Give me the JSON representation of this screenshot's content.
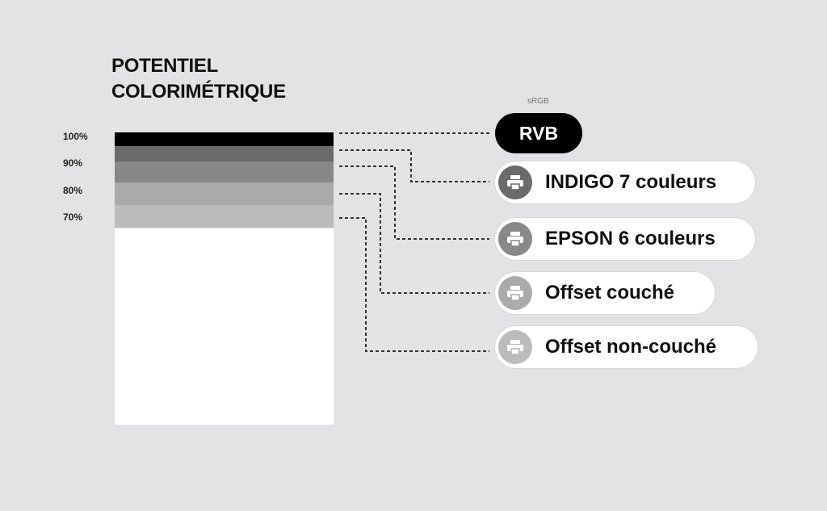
{
  "title_line1": "POTENTIEL",
  "title_line2": "COLORIMÉTRIQUE",
  "levels": [
    "100%",
    "90%",
    "80%",
    "70%"
  ],
  "bands": [
    {
      "color": "#000000"
    },
    {
      "color": "#6a6a6a"
    },
    {
      "color": "#888888"
    },
    {
      "color": "#aaaaaa"
    },
    {
      "color": "#bbbbbb"
    },
    {
      "color": "#ffffff"
    }
  ],
  "rvb": {
    "caption": "sRGB",
    "label": "RVB"
  },
  "outputs": [
    {
      "label": "INDIGO 7 couleurs",
      "icon": "printer-icon",
      "color": "#6a6a6a"
    },
    {
      "label": "EPSON 6 couleurs",
      "icon": "printer-icon",
      "color": "#888888"
    },
    {
      "label": "Offset couché",
      "icon": "printer-icon",
      "color": "#aaaaaa"
    },
    {
      "label": "Offset non-couché",
      "icon": "printer-icon",
      "color": "#bbbbbb"
    }
  ]
}
